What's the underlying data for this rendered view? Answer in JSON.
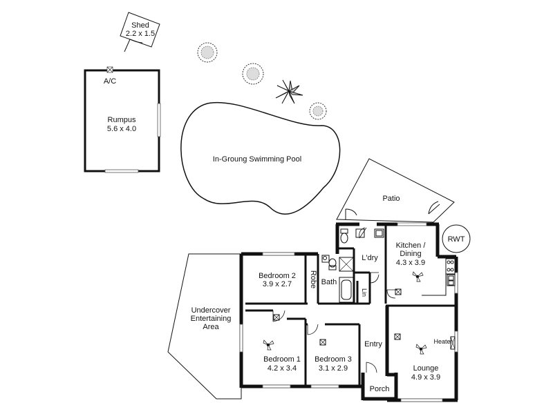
{
  "colors": {
    "line": "#111111",
    "background": "#ffffff",
    "window": "#555555"
  },
  "outbuildings": {
    "shed": {
      "name": "Shed",
      "dims": "2.2 x 1.5"
    },
    "rumpus": {
      "name": "Rumpus",
      "dims": "5.6 x 4.0",
      "ac": "A/C"
    }
  },
  "outdoor": {
    "pool": "In-Groung Swimming Pool",
    "patio": "Patio",
    "rwt": "RWT",
    "undercover": [
      "Undercover",
      "Entertaining",
      "Area"
    ]
  },
  "rooms": {
    "bedroom2": {
      "name": "Bedroom 2",
      "dims": "3.9 x 2.7"
    },
    "robe": "Robe",
    "bath": "Bath",
    "lin": "Lin",
    "laundry": "L'dry",
    "kitchen": {
      "line1": "Kitchen /",
      "line2": "Dining",
      "dims": "4.3 x 3.9"
    },
    "bedroom1": {
      "name": "Bedroom 1",
      "dims": "4.2 x 3.4"
    },
    "bedroom3": {
      "name": "Bedroom 3",
      "dims": "3.1 x 2.9"
    },
    "entry": "Entry",
    "lounge": {
      "name": "Lounge",
      "dims": "4.9 x 3.9",
      "heater": "Heater"
    },
    "porch": "Porch"
  },
  "icons": [
    "tree-icon",
    "palm-icon",
    "ceiling-fan-icon",
    "light-fixture-icon",
    "toilet-icon",
    "shower-icon",
    "bathtub-icon",
    "door-swing-icon",
    "cooktop-icon",
    "sink-icon"
  ]
}
